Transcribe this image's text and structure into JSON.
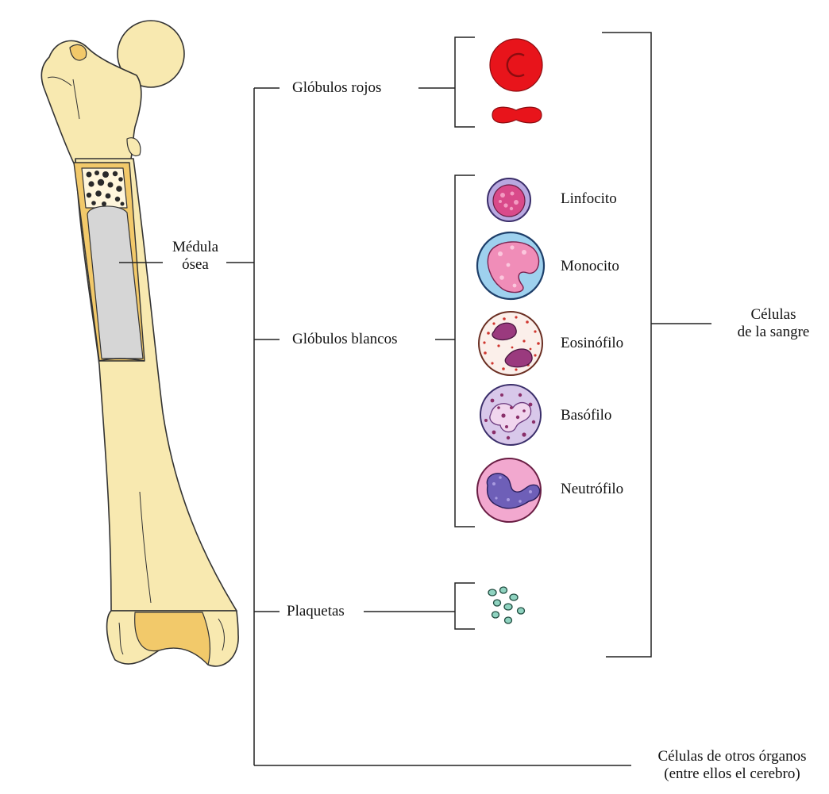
{
  "marrow_label": [
    "Médula",
    "ósea"
  ],
  "categories": {
    "red": "Glóbulos rojos",
    "white": "Glóbulos blancos",
    "platelets": "Plaquetas"
  },
  "white_cells": [
    "Linfocito",
    "Monocito",
    "Eosinófilo",
    "Basófilo",
    "Neutrófilo"
  ],
  "blood_cells_label": [
    "Células",
    "de la sangre"
  ],
  "other_label": [
    "Células de otros órganos",
    "(entre ellos el cerebro)"
  ],
  "colors": {
    "bone": "#F8E9B0",
    "bone_shadow": "#F2C96A",
    "marrow": "#D6D6D6",
    "red_cell": "#E8141B",
    "lymphocyte_nucleus": "#D94A8A",
    "monocyte_cytoplasm": "#9ED1EE",
    "eosinophil_granules": "#D0362F",
    "basophil_cytoplasm": "#D8C8EA",
    "neutrophil_cytoplasm": "#F2A8CF",
    "nucleus_purple": "#7A3E9A",
    "platelet": "#8FD3C0",
    "line": "#222222"
  }
}
